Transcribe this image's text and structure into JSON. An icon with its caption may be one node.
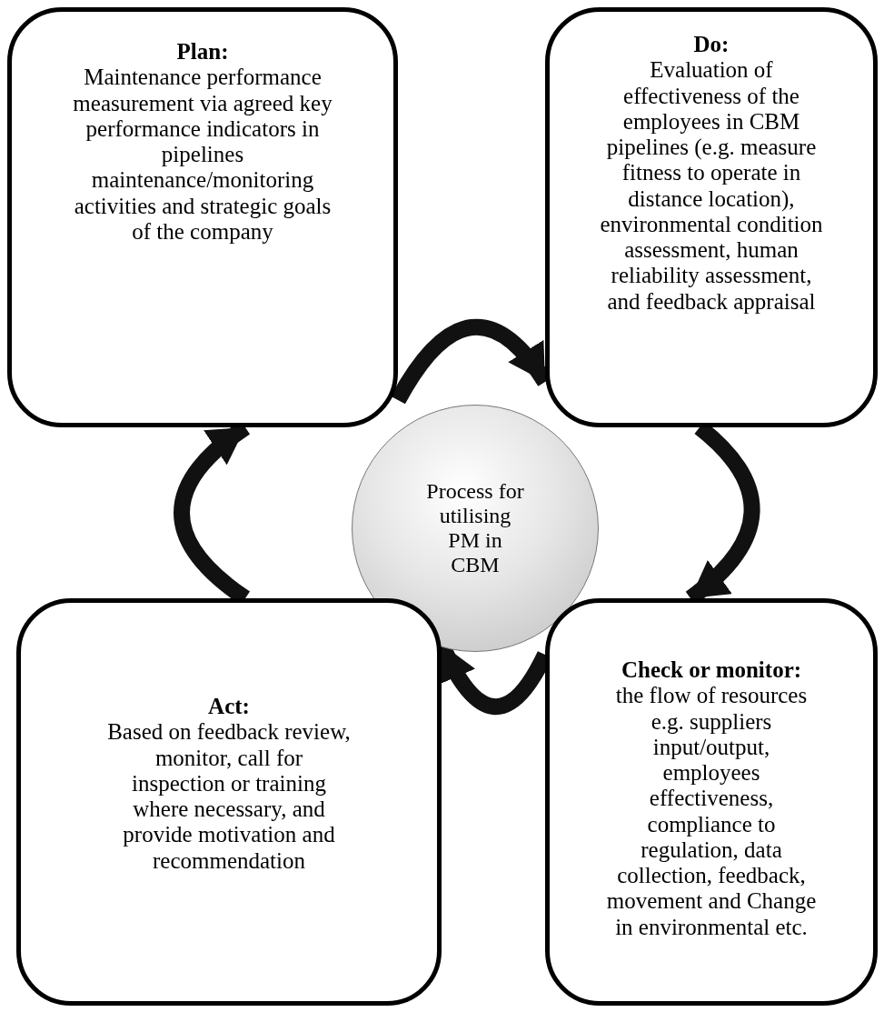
{
  "diagram": {
    "nodes": [
      {
        "text": [
          "Plan:",
          "Maintenance performance measurement via agreed key performance indicators in pipelines maintenance/monitoring activities and strategic goals of the company"
        ]
      },
      {
        "text": [
          "Do:",
          "Evaluation of effectiveness of the employees in CBM pipelines (e.g. measure fitness to operate in distance location), environmental condition assessment, human reliability assessment, and feedback appraisal"
        ]
      },
      {
        "text": [
          "Process for utilising PM in CBM"
        ]
      },
      {
        "text": [
          "Act:",
          "Based on feedback review, monitor, call for inspection or training where necessary, and provide motivation and recommendation"
        ]
      },
      {
        "text": [
          "Check or monitor:",
          "the flow of resources e.g. suppliers input/output, employees effectiveness, compliance to regulation, data collection, feedback, movement and Change in environmental etc."
        ]
      }
    ],
    "edges": [
      {
        "from": 0,
        "to": 1,
        "arrow": "to"
      },
      {
        "from": 1,
        "to": 4,
        "arrow": "to"
      },
      {
        "from": 4,
        "to": 3,
        "arrow": "to"
      },
      {
        "from": 3,
        "to": 0,
        "arrow": "to"
      }
    ]
  }
}
